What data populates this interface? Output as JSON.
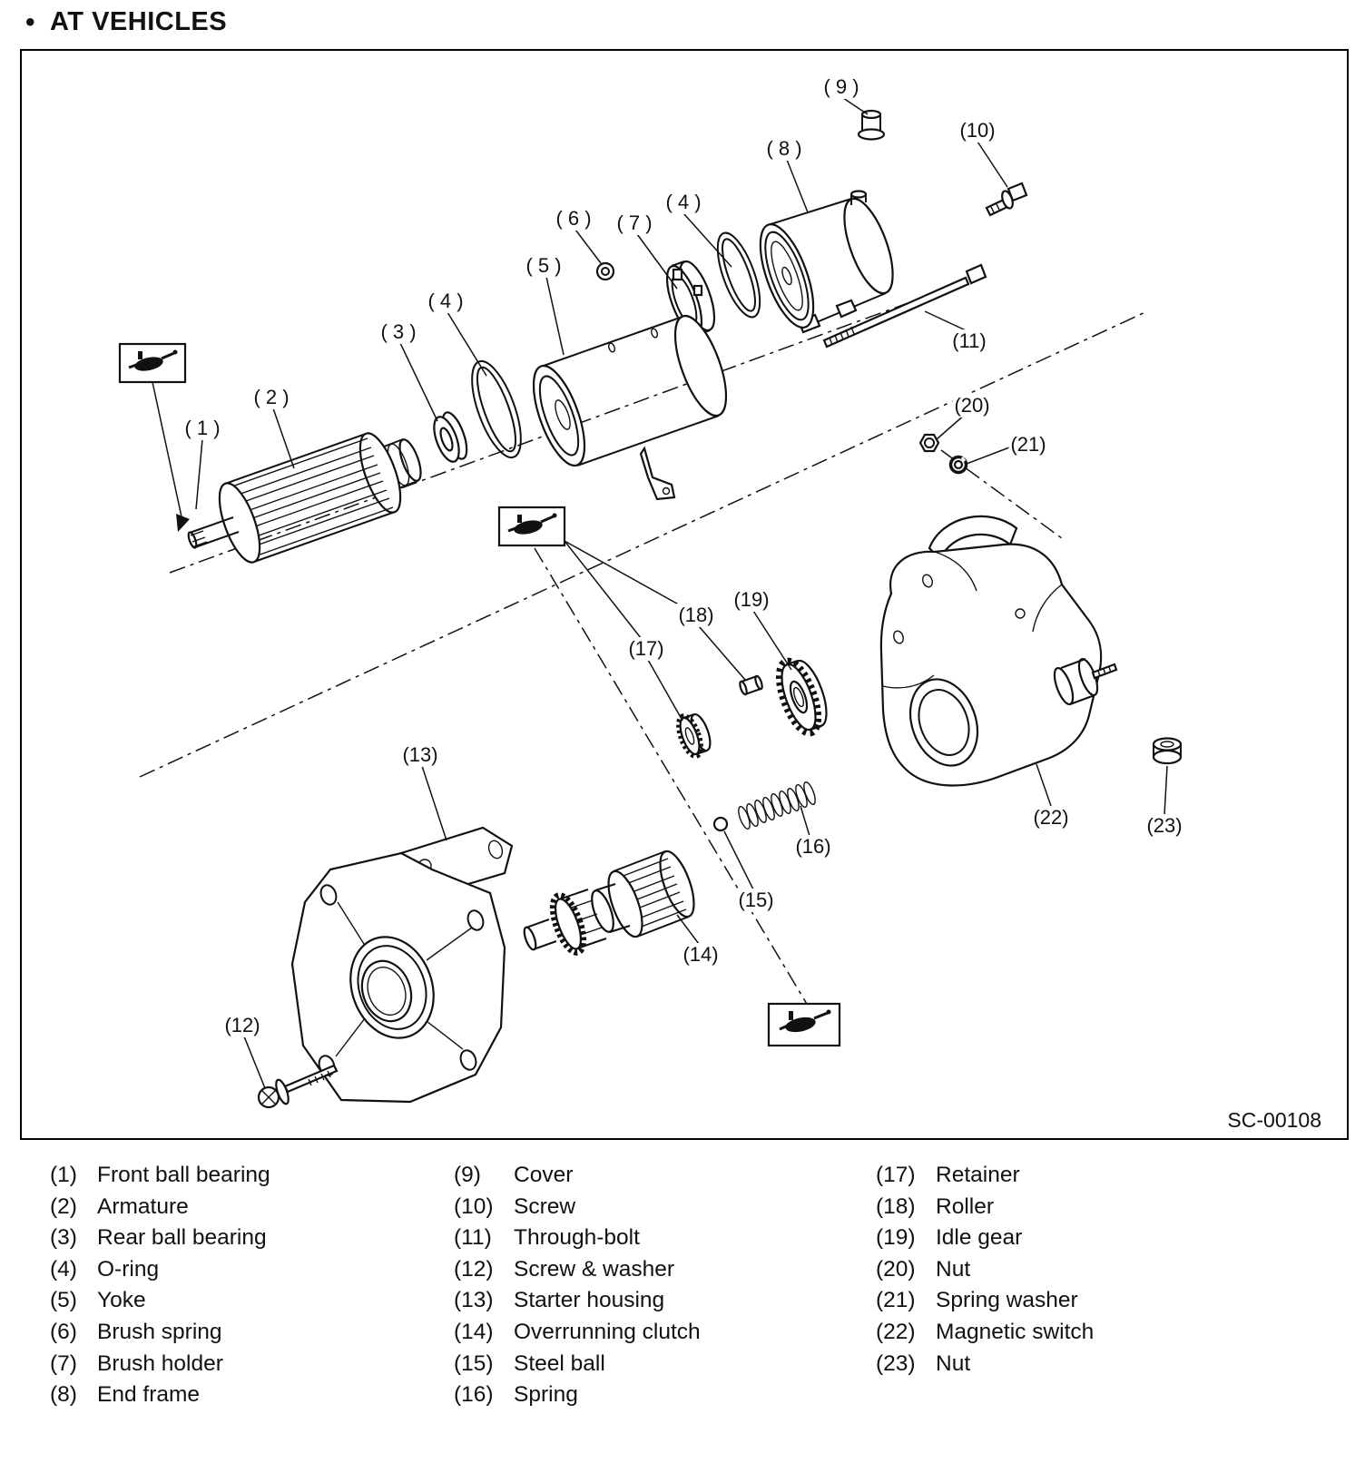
{
  "page": {
    "bullet": "•",
    "title": "AT VEHICLES",
    "figure_id": "SC-00108"
  },
  "colors": {
    "ink": "#111111",
    "background": "#ffffff"
  },
  "icons": {
    "grease": "grease-gun"
  },
  "callouts": [
    {
      "label": "( 9 )"
    },
    {
      "label": "(10)"
    },
    {
      "label": "( 8 )"
    },
    {
      "label": "( 4 )"
    },
    {
      "label": "( 7 )"
    },
    {
      "label": "( 6 )"
    },
    {
      "label": "( 5 )"
    },
    {
      "label": "( 4 )"
    },
    {
      "label": "( 3 )"
    },
    {
      "label": "( 2 )"
    },
    {
      "label": "( 1 )"
    },
    {
      "label": "(11)"
    },
    {
      "label": "(20)"
    },
    {
      "label": "(21)"
    },
    {
      "label": "(19)"
    },
    {
      "label": "(18)"
    },
    {
      "label": "(17)"
    },
    {
      "label": "(13)"
    },
    {
      "label": "(16)"
    },
    {
      "label": "(15)"
    },
    {
      "label": "(14)"
    },
    {
      "label": "(12)"
    },
    {
      "label": "(22)"
    },
    {
      "label": "(23)"
    }
  ],
  "legend": {
    "columns": [
      {
        "items": [
          {
            "num": "(1)",
            "label": "Front ball bearing"
          },
          {
            "num": "(2)",
            "label": "Armature"
          },
          {
            "num": "(3)",
            "label": "Rear ball bearing"
          },
          {
            "num": "(4)",
            "label": "O-ring"
          },
          {
            "num": "(5)",
            "label": "Yoke"
          },
          {
            "num": "(6)",
            "label": "Brush spring"
          },
          {
            "num": "(7)",
            "label": "Brush holder"
          },
          {
            "num": "(8)",
            "label": "End frame"
          }
        ]
      },
      {
        "items": [
          {
            "num": "(9)",
            "label": "Cover"
          },
          {
            "num": "(10)",
            "label": "Screw"
          },
          {
            "num": "(11)",
            "label": "Through-bolt"
          },
          {
            "num": "(12)",
            "label": "Screw & washer"
          },
          {
            "num": "(13)",
            "label": "Starter housing"
          },
          {
            "num": "(14)",
            "label": "Overrunning clutch"
          },
          {
            "num": "(15)",
            "label": "Steel ball"
          },
          {
            "num": "(16)",
            "label": "Spring"
          }
        ]
      },
      {
        "items": [
          {
            "num": "(17)",
            "label": "Retainer"
          },
          {
            "num": "(18)",
            "label": "Roller"
          },
          {
            "num": "(19)",
            "label": "Idle gear"
          },
          {
            "num": "(20)",
            "label": "Nut"
          },
          {
            "num": "(21)",
            "label": "Spring washer"
          },
          {
            "num": "(22)",
            "label": "Magnetic switch"
          },
          {
            "num": "(23)",
            "label": "Nut"
          }
        ]
      }
    ]
  }
}
